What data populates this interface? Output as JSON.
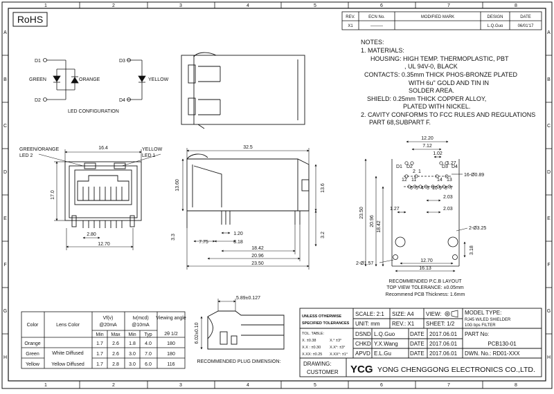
{
  "rohs": "RoHS",
  "border": {
    "cols": [
      "1",
      "2",
      "3",
      "4",
      "5",
      "6",
      "7",
      "8"
    ],
    "rows": [
      "A",
      "B",
      "C",
      "D",
      "E",
      "F",
      "G",
      "H"
    ]
  },
  "revision": {
    "headers": [
      "REV.",
      "ECN No.",
      "MODIFIED MARK",
      "DESIGN",
      "DATE"
    ],
    "row": [
      "X1",
      "———",
      "",
      "L.Q.Guo",
      "06/01'17"
    ]
  },
  "notes": {
    "title": "NOTES:",
    "lines": [
      "1. MATERIALS:",
      "HOUSING: HIGH TEMP. THERMOPLASTIC, PBT",
      ", UL 94V-0, BLACK",
      "CONTACTS: 0.35mm THICK PHOS-BRONZE PLATED",
      "WITH 6u\" GOLD AND TIN IN",
      "SOLDER AREA.",
      "SHIELD: 0.25mm THICK COPPER ALLOY,",
      "PLATED WITH NICKEL.",
      "2. CAVITY CONFORMS TO FCC RULES AND REGULATIONS",
      "PART 68,SUBPART F."
    ]
  },
  "led_config": {
    "title": "LED CONFIGURATION",
    "d1": "D1",
    "d2": "D2",
    "d3": "D3",
    "d4": "D4",
    "green": "GREEN",
    "orange": "ORANGE",
    "yellow": "YELLOW"
  },
  "front_view": {
    "left_label_1": "GREEN/ORANGE",
    "left_label_2": "LED 2",
    "right_label_1": "YELLOW",
    "right_label_2": "LED 1",
    "dim_width": "16.4",
    "dim_height": "17.0",
    "dim_280": "2.80",
    "dim_1270": "12.70",
    "dim_33": "3.3"
  },
  "side_view": {
    "dim_325": "32.5",
    "dim_1360": "13.60",
    "dim_136": "13.6",
    "dim_32": "3.2",
    "dim_120": "1.20",
    "dim_318": "3.18",
    "dim_775": "7.75",
    "dim_1842": "18.42",
    "dim_2096": "20.96",
    "dim_2350": "23.50"
  },
  "pcb_layout": {
    "dim_1220": "12.20",
    "dim_712": "7.12",
    "dim_102": "1.02",
    "dim_127a": "1.27",
    "dim_127b": "1.27",
    "dim_203a": "2.03",
    "dim_203b": "2.03",
    "dim_2350": "23.50",
    "dim_2096": "20.96",
    "dim_1842": "18.42",
    "dim_1270": "12.70",
    "dim_1613": "16.13",
    "dim_318": "3.18",
    "holes_16": "16-Ø0.89",
    "holes_2_325": "2-Ø3.25",
    "holes_2_157": "2-Ø1.57",
    "d_labels": [
      "D1",
      "D2",
      "D3",
      "D4"
    ],
    "top_pins": [
      "12",
      "11",
      "14",
      "13"
    ],
    "bottom_pins": [
      "6",
      "5",
      "4",
      "3",
      "10",
      "9",
      "8",
      "7"
    ],
    "extra_pins": [
      "2",
      "1"
    ],
    "caption_1": "RECOMMENDED P.C.B LAYOUT",
    "caption_2": "TOP VIEW TOLERANCE: ±0.05mm",
    "caption_3": "Recommend PCB Thickness: 1.6mm"
  },
  "led_table": {
    "headers": [
      "Color",
      "Lens Color",
      "Vf(v)",
      "Iv(mcd)",
      "Viewing angle"
    ],
    "sub_vf": "@20mA",
    "sub_iv": "@10mA",
    "sub_angle": "2θ 1/2",
    "subheads": [
      "Min",
      "Max",
      "Min",
      "Typ"
    ],
    "rows": [
      {
        "color": "Orange",
        "lens": "White Diffused",
        "vmin": "1.7",
        "vmax": "2.6",
        "imin": "1.8",
        "ityp": "4.0",
        "angle": "180"
      },
      {
        "color": "Green",
        "lens": "",
        "vmin": "1.7",
        "vmax": "2.6",
        "imin": "3.0",
        "ityp": "7.0",
        "angle": "180"
      },
      {
        "color": "Yellow",
        "lens": "Yellow Diffused",
        "vmin": "1.7",
        "vmax": "2.8",
        "imin": "3.0",
        "ityp": "6.0",
        "angle": "116"
      }
    ]
  },
  "plug": {
    "dim_top": "5.89±0.127",
    "dim_side": "6.02±0.10",
    "caption": "RECOMMENDED PLUG DIMENSION:"
  },
  "title_block": {
    "tol_1": "UNLESS OTHERWISE",
    "tol_2": "SPECIFIED TOLERANCES",
    "tol_table": "TOL. TABLE:",
    "tol_x": "X.  ±0.38",
    "tol_xa": "X.°  ±3°",
    "tol_xx": "X.X : ±0.30",
    "tol_xxa": "X.X°: ±3°",
    "tol_xxx": "X.XX: ±0.25",
    "tol_xxxa": "X.XX°: ±1°",
    "scale": "SCALE: 2:1",
    "size": "SIZE: A4",
    "view": "VIEW:",
    "unit": "UNIT:  mm",
    "rev": "REV.: X1",
    "sheet": "SHEET: 1/2",
    "model_type_label": "MODEL TYPE:",
    "model_type_1": "RJ45 W/LED SHIELDER",
    "model_type_2": "10G bps FILTER",
    "dsnd": "DSND",
    "dsnd_name": "L.Q.Guo",
    "chkd": "CHKD",
    "chkd_name": "Y.X.Wang",
    "apvd": "APVD",
    "apvd_name": "E.L.Gu",
    "date": "DATE",
    "date_val": "2017.06.01",
    "part_no_label": "PART No:",
    "part_no": "PCB130-01",
    "dwn_no": "DWN. No.: RD01-XXX",
    "drawing": "DRAWING:",
    "customer": "CUSTOMER",
    "logo": "YCG",
    "company": "YONG CHENGGONG ELECTRONICS CO.,LTD."
  }
}
